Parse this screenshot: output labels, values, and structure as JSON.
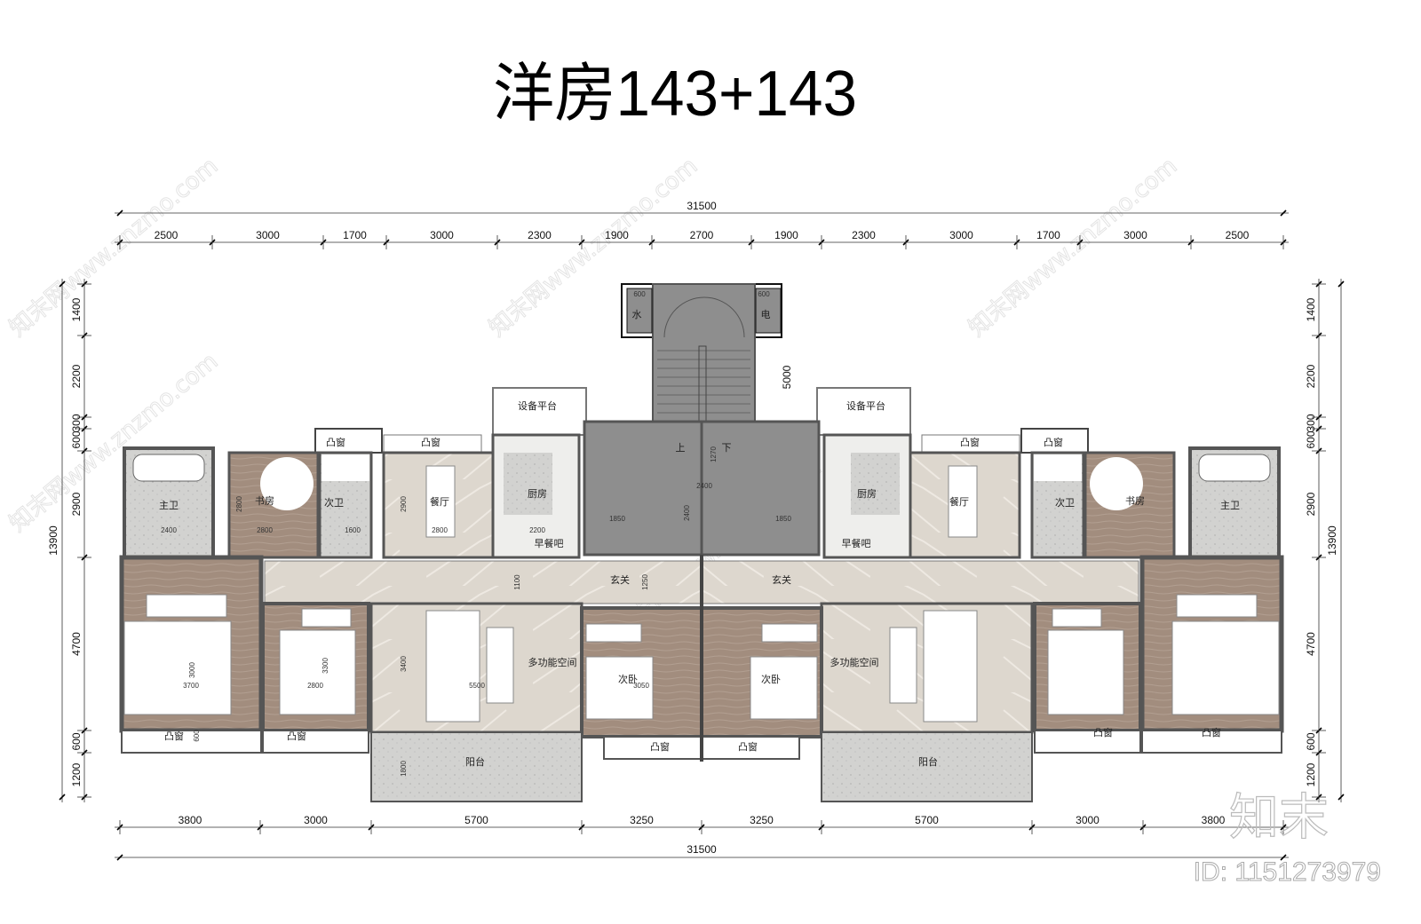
{
  "title": "洋房143+143",
  "dimensions": {
    "top_total": "31500",
    "top": [
      "2500",
      "3000",
      "1700",
      "3000",
      "2300",
      "1900",
      "2700",
      "1900",
      "2300",
      "3000",
      "1700",
      "3000",
      "2500"
    ],
    "bottom": [
      "3800",
      "3000",
      "5700",
      "3250",
      "3250",
      "5700",
      "3000",
      "3800"
    ],
    "bottom_total": "31500",
    "left": [
      "1400",
      "2200",
      "300",
      "600",
      "2900",
      "4700",
      "600",
      "1200"
    ],
    "left_total": "13900",
    "right": [
      "1400",
      "2200",
      "300",
      "600",
      "2900",
      "4700",
      "600",
      "1200"
    ],
    "right_total": "13900",
    "core_height": "5000"
  },
  "left_unit": {
    "master_bath": "主卫",
    "study": "书房",
    "second_bath": "次卫",
    "dining": "餐厅",
    "kitchen": "厨房",
    "breakfast_bar": "早餐吧",
    "equipment_platform": "设备平台",
    "bay_window_top_1": "凸窗",
    "bay_window_top_2": "凸窗",
    "foyer": "玄关",
    "multi_space": "多功能空间",
    "second_bedroom": "次卧",
    "balcony": "阳台",
    "bay_window_bottom_1": "凸窗",
    "bay_window_bottom_2": "凸窗",
    "bay_window_bottom_3": "凸窗",
    "dims": {
      "bath_w": "2400",
      "study_w": "2800",
      "wc_w": "1600",
      "dining_w": "2800",
      "kitchen_w": "2200",
      "master_w": "3700",
      "bed2_w": "2800",
      "living_w": "5500",
      "bed3_w": "3050",
      "dining_h": "2900",
      "study_h": "2800",
      "master_h": "3000",
      "bed2_h": "3300",
      "living_h": "3400",
      "corridor_h": "1100",
      "foyer_h": "1250",
      "balcony_h": "1800",
      "bay_h": "600"
    }
  },
  "right_unit": {
    "master_bath": "主卫",
    "study": "书房",
    "second_bath": "次卫",
    "dining": "餐厅",
    "kitchen": "厨房",
    "breakfast_bar": "早餐吧",
    "equipment_platform": "设备平台",
    "bay_window_top_1": "凸窗",
    "bay_window_top_2": "凸窗",
    "foyer": "玄关",
    "multi_space": "多功能空间",
    "second_bedroom": "次卧",
    "balcony": "阳台",
    "bay_window_bottom_1": "凸窗",
    "bay_window_bottom_2": "凸窗",
    "bay_window_bottom_3": "凸窗"
  },
  "core": {
    "water": "水",
    "electric": "电",
    "up": "上",
    "down": "下",
    "shaft_w_left": "600",
    "shaft_w_right": "600",
    "landing": "1270",
    "elevator_w": "2400",
    "elevator_h": "2400",
    "lobby_left": "1850",
    "lobby_right": "1850"
  },
  "watermark": "知末网www.znzmo.com",
  "logo": "知末",
  "id_label": "ID: 1151273979",
  "colors": {
    "wood": "#a28d7e",
    "marble": "#ddd7ce",
    "terrazzo": "#d2d2d0",
    "core": "#8e8e8e",
    "wall": "#555555"
  }
}
